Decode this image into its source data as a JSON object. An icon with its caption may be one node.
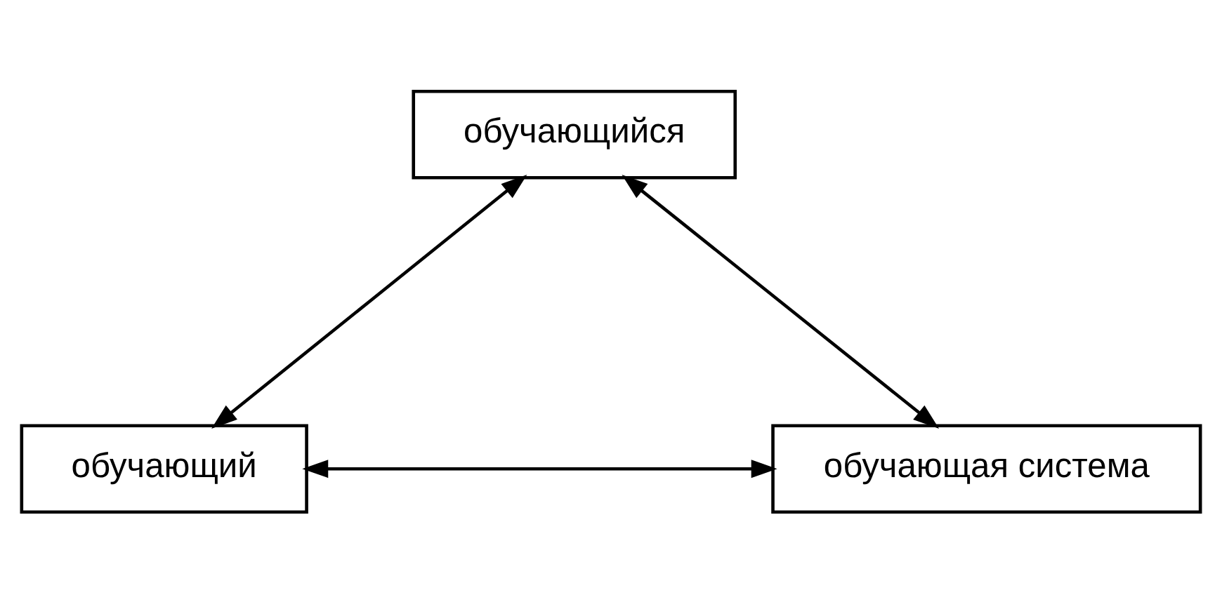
{
  "diagram": {
    "nodes": [
      {
        "text": [
          "обучающийся"
        ]
      },
      {
        "text": [
          "обучающий"
        ]
      },
      {
        "text": [
          "обучающая система"
        ]
      }
    ],
    "edges": [
      {
        "from": 0,
        "to": 1,
        "arrow": "both"
      },
      {
        "from": 0,
        "to": 2,
        "arrow": "both"
      },
      {
        "from": 1,
        "to": 2,
        "arrow": "both"
      }
    ]
  }
}
